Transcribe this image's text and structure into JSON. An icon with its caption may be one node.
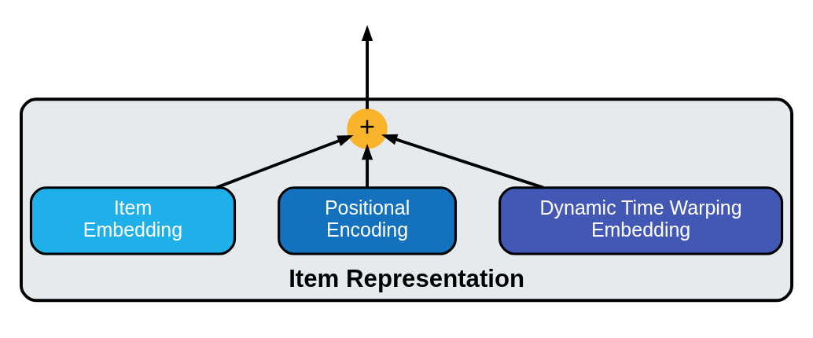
{
  "diagram": {
    "nodes": [
      {
        "text": [
          "Item Representation"
        ]
      },
      {
        "text": [
          "+"
        ],
        "in": 0
      },
      {
        "text": [
          "Item Embedding"
        ],
        "in": 0
      },
      {
        "text": [
          "Positional Encoding"
        ],
        "in": 0
      },
      {
        "text": [
          "Dynamic Time Warping Embedding"
        ],
        "in": 0
      }
    ],
    "edges": [
      {
        "from": 2,
        "to": 1,
        "arrow": "to"
      },
      {
        "from": 3,
        "to": 1,
        "arrow": "to"
      },
      {
        "from": 4,
        "to": 1,
        "arrow": "to"
      },
      {
        "from": 1,
        "to": null,
        "arrow": "to"
      }
    ]
  }
}
